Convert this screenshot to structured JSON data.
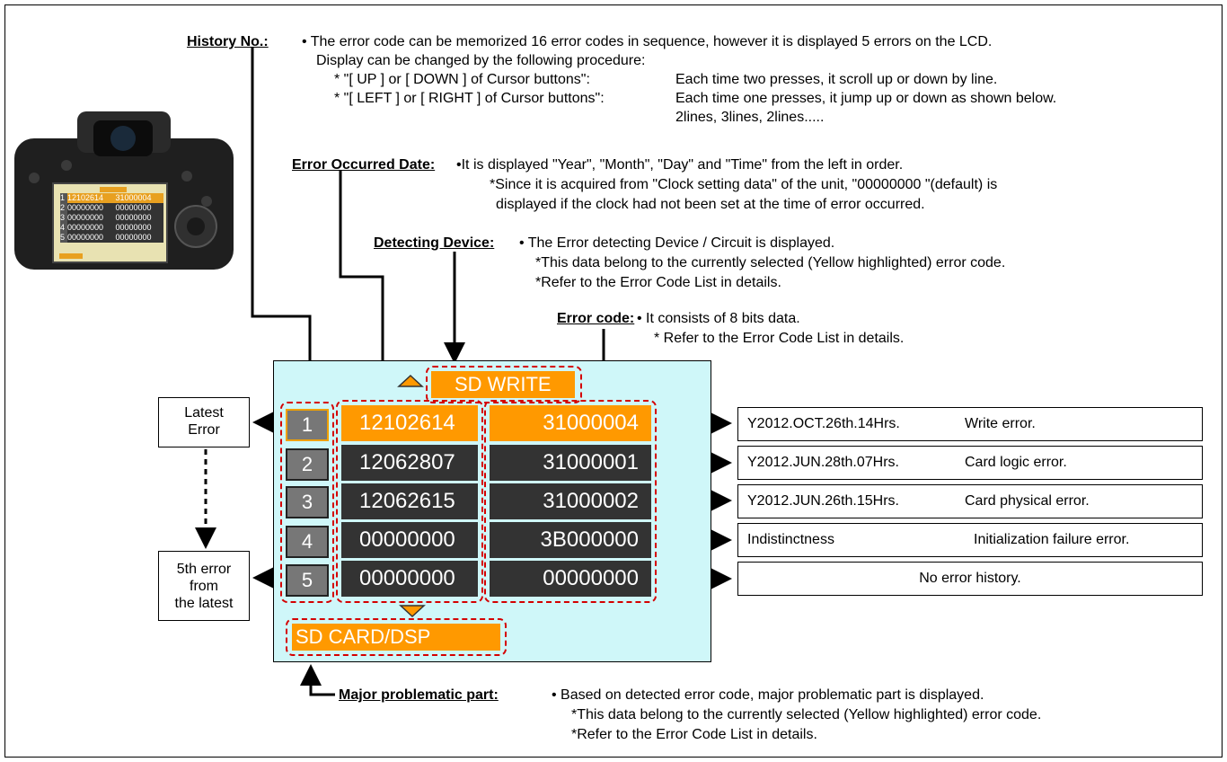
{
  "history": {
    "label": "History No.:",
    "line1": "• The error code can be memorized 16 error codes in sequence, however it is displayed 5 errors on the LCD.",
    "line2": "Display can be changed by the following procedure:",
    "up_down_label": "* \"[ UP ] or [ DOWN ] of Cursor buttons\":",
    "up_down_text": "Each time two presses, it scroll up or down by line.",
    "left_right_label": "* \"[ LEFT ] or [ RIGHT ] of Cursor buttons\":",
    "left_right_text": "Each time one presses, it  jump up or down as shown below.",
    "pattern": "2lines, 3lines, 2lines....."
  },
  "date": {
    "label": "Error Occurred Date:",
    "line1": "•It is displayed \"Year\", \"Month\", \"Day\" and \"Time\" from the left in order.",
    "line2": "*Since it is acquired from \"Clock setting data\" of the unit, \"00000000 \"(default) is",
    "line3": "displayed if the clock had not been set at the time of error occurred."
  },
  "device": {
    "label": "Detecting Device:",
    "line1": "• The Error detecting Device / Circuit is displayed.",
    "line2": "*This data belong to the currently selected (Yellow highlighted) error code.",
    "line3": "*Refer to the Error Code List in details."
  },
  "code": {
    "label": "Error code:",
    "line1": "• It consists of 8 bits data.",
    "line2": "* Refer to the Error Code List in details."
  },
  "major": {
    "label": "Major problematic part:",
    "line1": "• Based on detected error code, major problematic part is displayed.",
    "line2": "*This data belong to the currently selected (Yellow highlighted) error code.",
    "line3": "*Refer to the Error Code List in details."
  },
  "lcd": {
    "device_value": "SD WRITE",
    "part_value": "SD CARD/DSP",
    "rows": [
      {
        "no": "1",
        "date": "12102614",
        "code": "31000004"
      },
      {
        "no": "2",
        "date": "12062807",
        "code": "31000001"
      },
      {
        "no": "3",
        "date": "12062615",
        "code": "31000002"
      },
      {
        "no": "4",
        "date": "00000000",
        "code": "3B000000"
      },
      {
        "no": "5",
        "date": "00000000",
        "code": "00000000"
      }
    ]
  },
  "side": {
    "latest": [
      "Latest",
      "Error"
    ],
    "fifth": [
      "5th error",
      "from",
      "the latest"
    ]
  },
  "results": [
    {
      "date": "Y2012.OCT.26th.14Hrs.",
      "desc": "Write error."
    },
    {
      "date": "Y2012.JUN.28th.07Hrs.",
      "desc": "Card logic error."
    },
    {
      "date": "Y2012.JUN.26th.15Hrs.",
      "desc": "Card physical error."
    },
    {
      "date": "Indistinctness",
      "desc": "Initialization failure error."
    },
    {
      "date": "",
      "desc": "No error history."
    }
  ],
  "photo": {
    "screen_rows": [
      {
        "no": "1",
        "date": "12102614",
        "code": "31000004"
      },
      {
        "no": "2",
        "date": "00000000",
        "code": "00000000"
      },
      {
        "no": "3",
        "date": "00000000",
        "code": "00000000"
      },
      {
        "no": "4",
        "date": "00000000",
        "code": "00000000"
      },
      {
        "no": "5",
        "date": "00000000",
        "code": "00000000"
      }
    ]
  },
  "colors": {
    "highlight": "#ff9900",
    "lcd_bg": "#cff7f9",
    "dash": "#d40000",
    "cell": "#333333"
  }
}
